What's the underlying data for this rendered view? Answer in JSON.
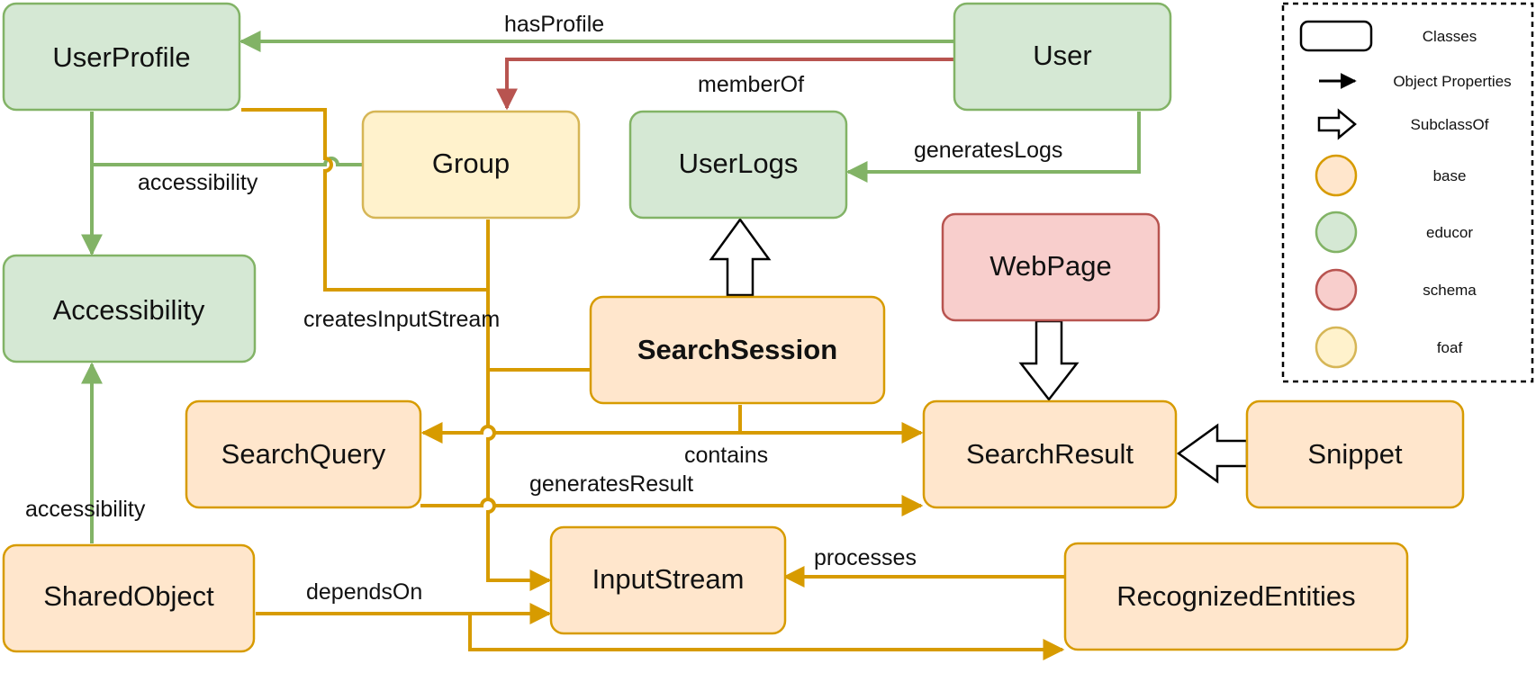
{
  "palette": {
    "base": {
      "fill": "#ffe6cc",
      "stroke": "#d79b00"
    },
    "educor": {
      "fill": "#d5e8d4",
      "stroke": "#82b366"
    },
    "schema": {
      "fill": "#f8cecc",
      "stroke": "#b85450"
    },
    "foaf": {
      "fill": "#fff2cc",
      "stroke": "#d6b656"
    },
    "edge_base": "#d79b00",
    "edge_educor": "#82b366",
    "edge_schema": "#b85450"
  },
  "nodes": {
    "userprofile": {
      "label": "UserProfile",
      "category": "educor"
    },
    "user": {
      "label": "User",
      "category": "educor"
    },
    "group": {
      "label": "Group",
      "category": "foaf"
    },
    "userlogs": {
      "label": "UserLogs",
      "category": "educor"
    },
    "accessibility": {
      "label": "Accessibility",
      "category": "educor"
    },
    "webpage": {
      "label": "WebPage",
      "category": "schema"
    },
    "searchsession": {
      "label": "SearchSession",
      "category": "base"
    },
    "searchquery": {
      "label": "SearchQuery",
      "category": "base"
    },
    "searchresult": {
      "label": "SearchResult",
      "category": "base"
    },
    "snippet": {
      "label": "Snippet",
      "category": "base"
    },
    "sharedobject": {
      "label": "SharedObject",
      "category": "base"
    },
    "inputstream": {
      "label": "InputStream",
      "category": "base"
    },
    "recognizedentities": {
      "label": "RecognizedEntities",
      "category": "base"
    }
  },
  "edge_labels": {
    "has_profile": "hasProfile",
    "member_of": "memberOf",
    "generates_logs": "generatesLogs",
    "accessibility_top": "accessibility",
    "accessibility_bottom": "accessibility",
    "creates_input_stream": "createsInputStream",
    "contains": "contains",
    "generates_result": "generatesResult",
    "processes": "processes",
    "depends_on": "dependsOn"
  },
  "legend": {
    "classes": "Classes",
    "object_properties": "Object Properties",
    "subclass_of": "SubclassOf",
    "base": "base",
    "educor": "educor",
    "schema": "schema",
    "foaf": "foaf"
  }
}
